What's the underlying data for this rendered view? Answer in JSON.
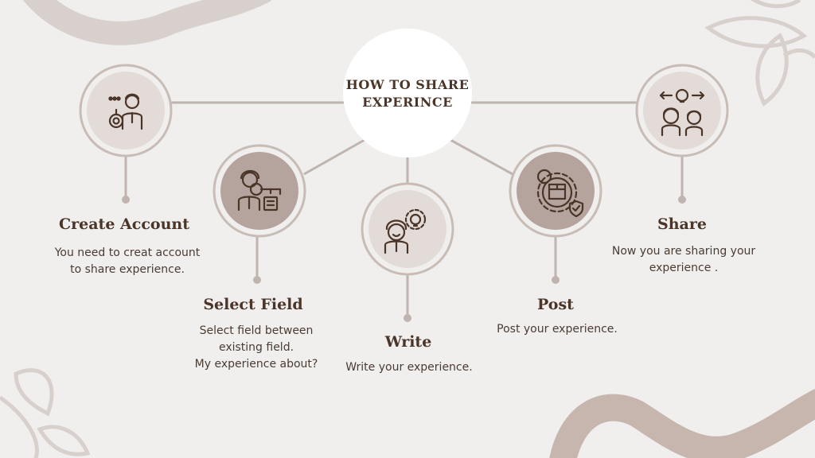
{
  "center": {
    "line1": "HOW TO SHARE",
    "line2": "EXPERINCE"
  },
  "colors": {
    "background": "#f0efee",
    "ring": "#c7bcb6",
    "inner_light": "#e3dbd8",
    "inner_dark": "#b5a49d",
    "connector": "#bfb4af",
    "icon": "#4a3528",
    "decor": "#d8d0cc",
    "decor_dark": "#c6b6ae"
  },
  "steps": [
    {
      "title": "Create Account",
      "desc": [
        "You need to creat account",
        "to share experience."
      ],
      "icon": "person-with-key-icon"
    },
    {
      "title": "Select Field",
      "desc": [
        "Select field between",
        "existing field.",
        "My experience about?"
      ],
      "icon": "person-with-magnifier-icon"
    },
    {
      "title": "Write",
      "desc": [
        "Write your experience."
      ],
      "icon": "person-with-idea-gear-icon"
    },
    {
      "title": "Post",
      "desc": [
        "Post your experience."
      ],
      "icon": "gear-box-shield-icon"
    },
    {
      "title": "Share",
      "desc": [
        "Now you are sharing your",
        "experience ."
      ],
      "icon": "people-sharing-idea-icon"
    }
  ]
}
